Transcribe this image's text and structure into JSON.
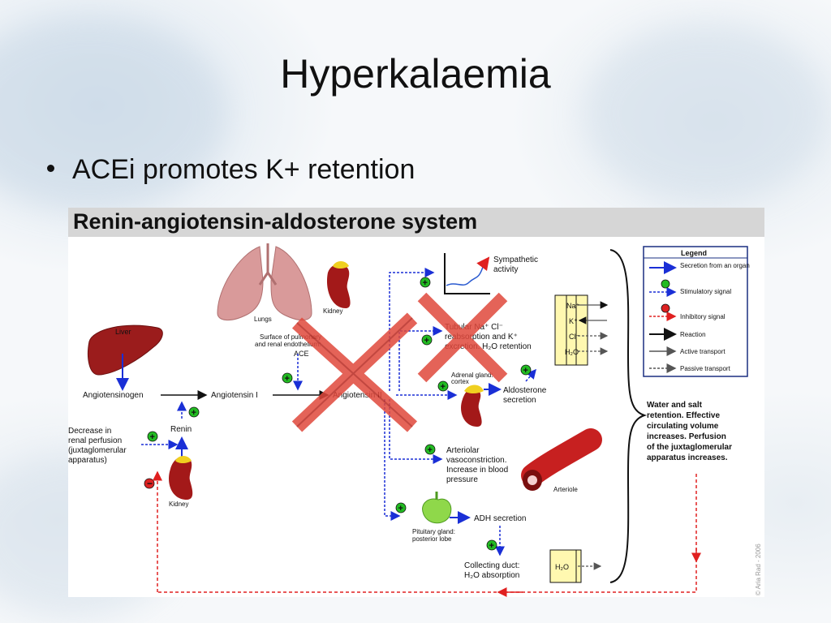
{
  "slide": {
    "title": "Hyperkalaemia",
    "bullet": "ACEi promotes K+ retention"
  },
  "diagram": {
    "title": "Renin-angiotensin-aldosterone system",
    "labels": {
      "liver": "Liver",
      "angiotensinogen": "Angiotensinogen",
      "angiotensin1": "Angiotensin I",
      "angiotensin2": "Angiotensin II",
      "lungs": "Lungs",
      "kidney_top": "Kidney",
      "surface_1": "Surface of pulmonary",
      "surface_2": "and renal endothelium:",
      "ace": "ACE",
      "renin": "Renin",
      "decrease_1": "Decrease in",
      "decrease_2": "renal perfusion",
      "decrease_3": "(juxtaglomerular",
      "decrease_4": "apparatus)",
      "kidney_bottom": "Kidney",
      "sympathetic_1": "Sympathetic",
      "sympathetic_2": "activity",
      "tubular_1": "Tubular Na⁺ Cl⁻",
      "tubular_2": "reabsorption and K⁺",
      "tubular_3": "excretion. H₂O retention",
      "adrenal_1": "Adrenal gland:",
      "adrenal_2": "cortex",
      "aldosterone_1": "Aldosterone",
      "aldosterone_2": "secretion",
      "arteriolar_1": "Arteriolar",
      "arteriolar_2": "vasoconstriction.",
      "arteriolar_3": "Increase in blood",
      "arteriolar_4": "pressure",
      "arteriole": "Arteriole",
      "adh": "ADH secretion",
      "pituitary_1": "Pituitary gland:",
      "pituitary_2": "posterior lobe",
      "collecting_1": "Collecting duct:",
      "collecting_2": "H₂O absorption",
      "water_1": "Water and salt",
      "water_2": "retention. Effective",
      "water_3": "circulating volume",
      "water_4": "increases. Perfusion",
      "water_5": "of the juxtaglomerular",
      "water_6": "apparatus increases.",
      "ion_na": "Na⁺",
      "ion_k": "K⁺",
      "ion_cl": "Cl⁻",
      "ion_h2o": "H₂O",
      "ion_h2o_duct": "H₂O",
      "copyright": "© Aria Rad - 2006"
    },
    "legend": {
      "title": "Legend",
      "items": [
        "Secretion from an organ",
        "Stimulatory signal",
        "Inhibitory signal",
        "Reaction",
        "Active transport",
        "Passive transport"
      ]
    },
    "colors": {
      "blue_signal": "#1a2fd6",
      "red_signal": "#e02020",
      "cross": "#e0483c",
      "plus_badge": "#22bb22",
      "minus_badge": "#dd2222",
      "liver": "#9b1c1c",
      "lungs": "#d99a9a",
      "kidney": "#a31919",
      "arteriole": "#c72020",
      "pituitary": "#8fd84a",
      "title_bar": "#d6d6d6"
    }
  }
}
